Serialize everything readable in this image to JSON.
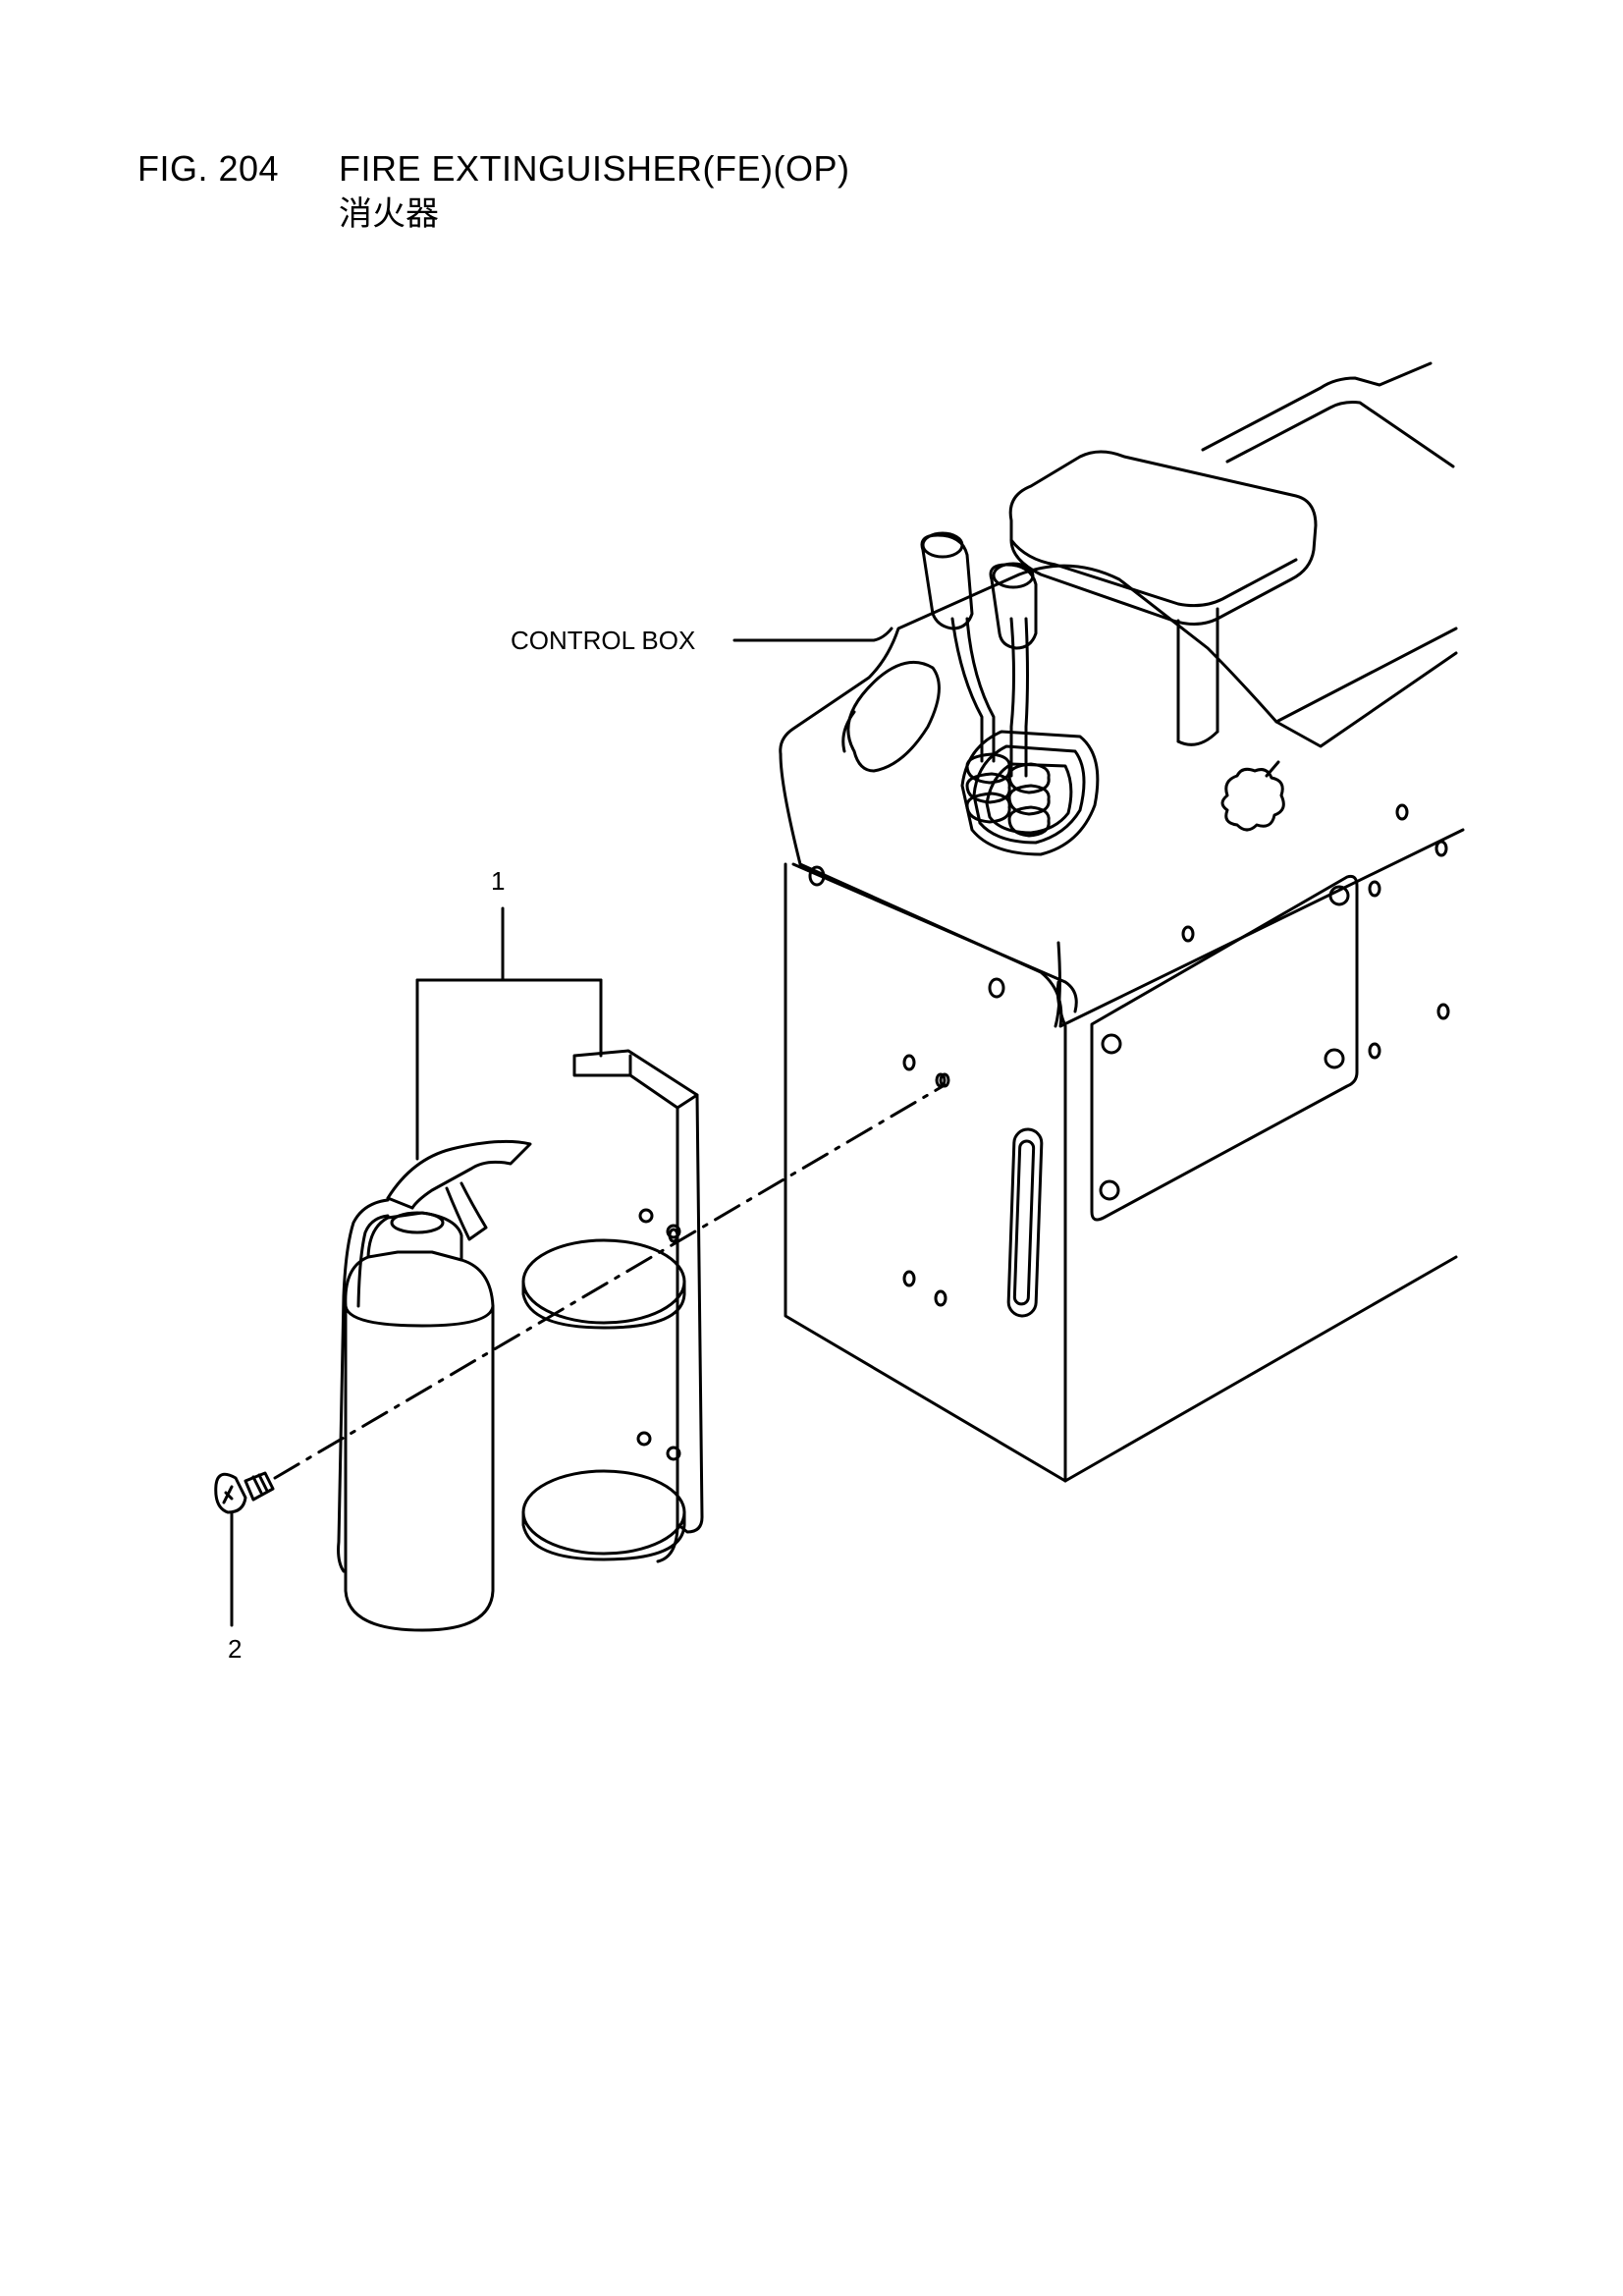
{
  "header": {
    "fig_number": "FIG. 204",
    "title": "FIRE EXTINGUISHER(FE)(OP)",
    "subtitle": "消火器"
  },
  "callouts": {
    "control_box": "CONTROL BOX",
    "part_1": "1",
    "part_2": "2"
  }
}
